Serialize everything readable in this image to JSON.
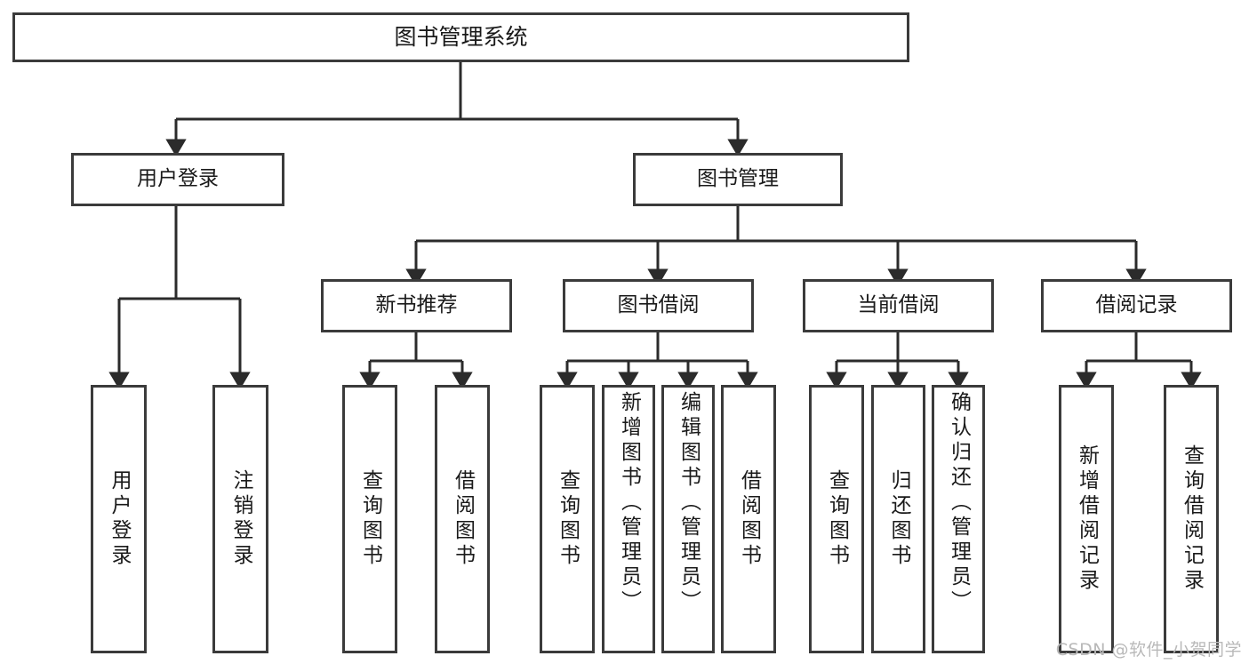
{
  "diagram": {
    "title": "图书管理系统",
    "root": {
      "label": "图书管理系统"
    },
    "level2": [
      {
        "label": "用户登录"
      },
      {
        "label": "图书管理"
      }
    ],
    "level3": [
      {
        "label": "新书推荐"
      },
      {
        "label": "图书借阅"
      },
      {
        "label": "当前借阅"
      },
      {
        "label": "借阅记录"
      }
    ],
    "leaves": [
      {
        "label": "用户登录",
        "parent": "用户登录"
      },
      {
        "label": "注销登录",
        "parent": "用户登录"
      },
      {
        "label": "查询图书",
        "parent": "新书推荐"
      },
      {
        "label": "借阅图书",
        "parent": "新书推荐"
      },
      {
        "label": "查询图书",
        "parent": "图书借阅"
      },
      {
        "label": "新增图书（管理员）",
        "parent": "图书借阅"
      },
      {
        "label": "编辑图书（管理员）",
        "parent": "图书借阅"
      },
      {
        "label": "借阅图书",
        "parent": "图书借阅"
      },
      {
        "label": "查询图书",
        "parent": "当前借阅"
      },
      {
        "label": "归还图书",
        "parent": "当前借阅"
      },
      {
        "label": "确认归还（管理员）",
        "parent": "当前借阅"
      },
      {
        "label": "新增借阅记录",
        "parent": "借阅记录"
      },
      {
        "label": "查询借阅记录",
        "parent": "借阅记录"
      }
    ],
    "watermark": "CSDN @软件_小贺同学",
    "colors": {
      "stroke": "#3b3b3b",
      "background": "#ffffff",
      "text": "#1a1a1a",
      "watermark": "#b9b9b9"
    }
  }
}
